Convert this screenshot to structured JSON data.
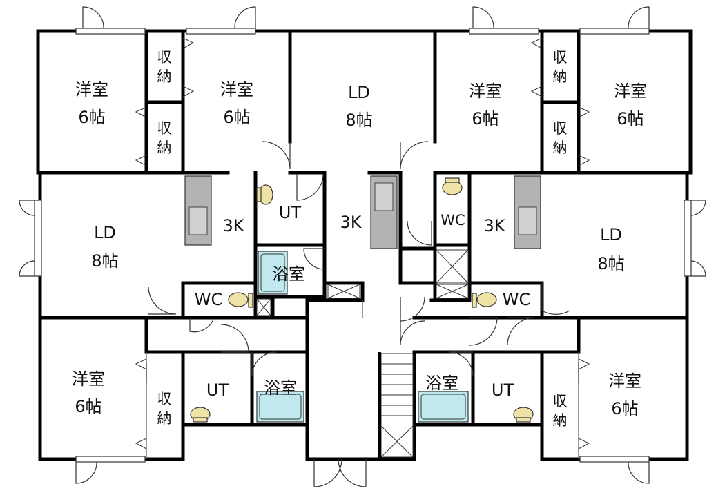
{
  "labels": {
    "yoshitsu": "洋室",
    "roku_jo": "6帖",
    "ld": "LD",
    "hachi_jo": "8帖",
    "shuu": "収",
    "nou": "納",
    "kitchen": "3K",
    "ut": "UT",
    "wc": "WC",
    "bath": "浴室"
  },
  "colors": {
    "wall": "#000000",
    "bathtub": "#bfe9ef",
    "toilet": "#efe2a6",
    "kitchen_unit": "#b3b3b3",
    "door_line": "#333333"
  },
  "icons": [
    "door-swing-icon",
    "toilet-icon",
    "bathtub-icon",
    "kitchen-counter-icon",
    "stairs-icon",
    "window-icon"
  ]
}
